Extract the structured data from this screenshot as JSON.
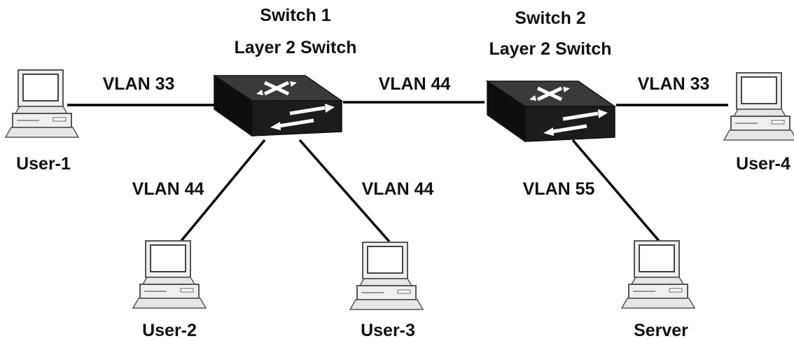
{
  "switches": [
    {
      "title": "Switch 1",
      "subtitle": "Layer 2 Switch"
    },
    {
      "title": "Switch 2",
      "subtitle": "Layer 2 Switch"
    }
  ],
  "hosts": [
    {
      "label": "User-1"
    },
    {
      "label": "User-2"
    },
    {
      "label": "User-3"
    },
    {
      "label": "User-4"
    },
    {
      "label": "Server"
    }
  ],
  "links": [
    {
      "vlan": "VLAN 33"
    },
    {
      "vlan": "VLAN 44"
    },
    {
      "vlan": "VLAN 44"
    },
    {
      "vlan": "VLAN 44"
    },
    {
      "vlan": "VLAN 33"
    },
    {
      "vlan": "VLAN 55"
    }
  ],
  "colors": {
    "line": "#000000",
    "switch_body": "#1c1c1c",
    "switch_top": "#3a3a3a",
    "pc_fill": "#efefef",
    "pc_stroke": "#555555"
  }
}
